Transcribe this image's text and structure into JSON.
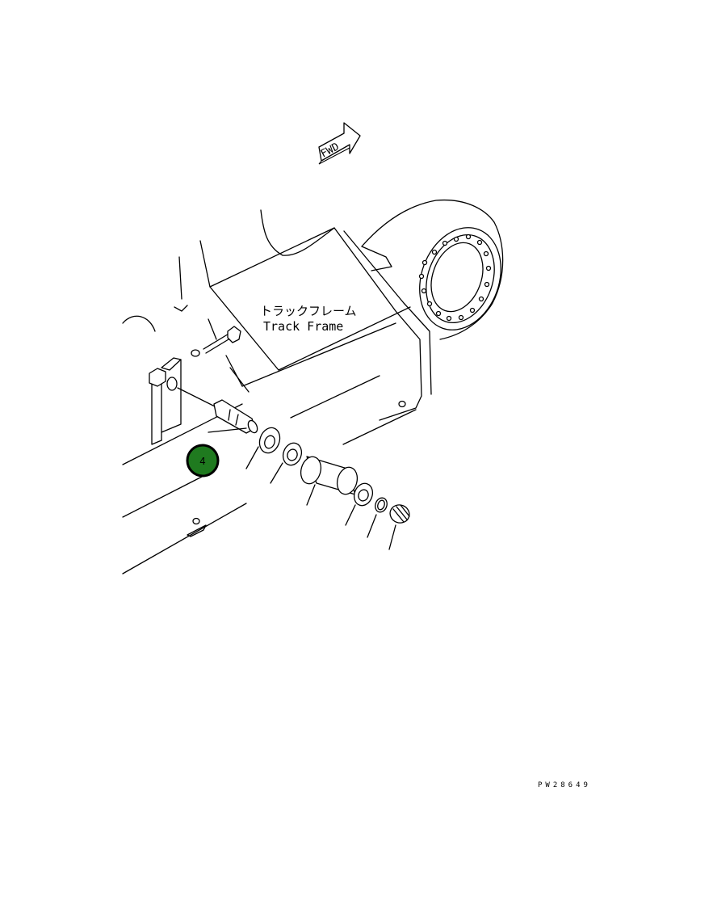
{
  "direction_arrow": {
    "label": "FWD"
  },
  "track_frame_label": {
    "jp": "トラックフレーム",
    "en": "Track Frame"
  },
  "callout": {
    "number": "4",
    "color": "#1f7a1f"
  },
  "figure_code": "PW28649"
}
